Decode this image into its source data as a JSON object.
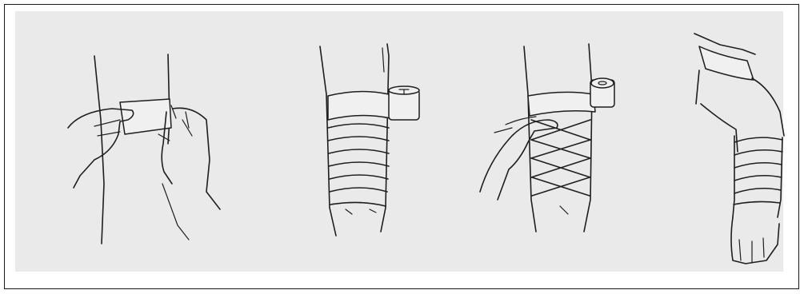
{
  "figure": {
    "steps": [
      {
        "name": "anchor-bandage-start"
      },
      {
        "name": "circular-spiral-turns"
      },
      {
        "name": "figure-of-eight-turns"
      },
      {
        "name": "finished-arm-bandage"
      }
    ]
  }
}
